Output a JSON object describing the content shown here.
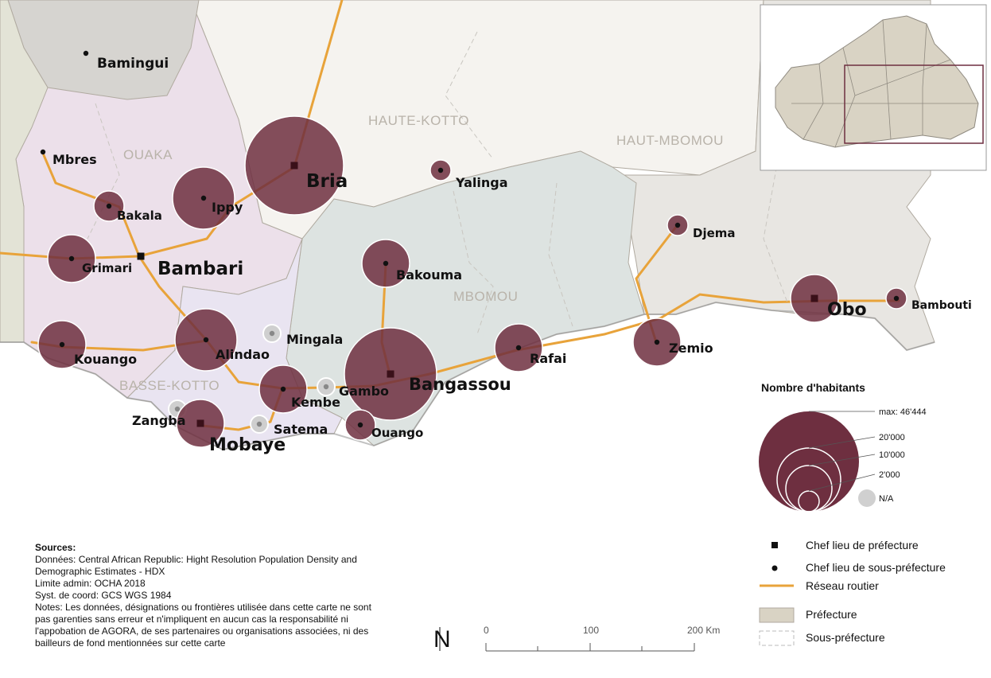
{
  "regions": {
    "ouaka": "OUAKA",
    "haute_kotto": "HAUTE-KOTTO",
    "haut_mbomou": "HAUT-MBOMOU",
    "mbomou": "MBOMOU",
    "basse_kotto": "BASSE-KOTTO"
  },
  "places": [
    {
      "name": "Bamingui",
      "kind": "sub",
      "bubble": null
    },
    {
      "name": "Mbres",
      "kind": "sub",
      "bubble": null
    },
    {
      "name": "Bakala",
      "kind": "sub",
      "bubble": "small"
    },
    {
      "name": "Ippy",
      "kind": "sub",
      "bubble": "large"
    },
    {
      "name": "Bria",
      "kind": "chef",
      "bubble": "xlarge"
    },
    {
      "name": "Yalinga",
      "kind": "sub",
      "bubble": "tiny"
    },
    {
      "name": "Grimari",
      "kind": "sub",
      "bubble": "medium"
    },
    {
      "name": "Bambari",
      "kind": "chef",
      "bubble": null
    },
    {
      "name": "Bakouma",
      "kind": "sub",
      "bubble": "medium"
    },
    {
      "name": "Djema",
      "kind": "sub",
      "bubble": "tiny"
    },
    {
      "name": "Obo",
      "kind": "chef",
      "bubble": "medium"
    },
    {
      "name": "Bambouti",
      "kind": "sub",
      "bubble": "tiny"
    },
    {
      "name": "Kouango",
      "kind": "sub",
      "bubble": "medium"
    },
    {
      "name": "Alindao",
      "kind": "sub",
      "bubble": "large"
    },
    {
      "name": "Mingala",
      "kind": "sub",
      "bubble": "na"
    },
    {
      "name": "Rafai",
      "kind": "sub",
      "bubble": "medium"
    },
    {
      "name": "Zemio",
      "kind": "sub",
      "bubble": "medium"
    },
    {
      "name": "Kembe",
      "kind": "sub",
      "bubble": "medium"
    },
    {
      "name": "Gambo",
      "kind": "sub",
      "bubble": "na"
    },
    {
      "name": "Bangassou",
      "kind": "chef",
      "bubble": "max"
    },
    {
      "name": "Zangba",
      "kind": "sub",
      "bubble": "na"
    },
    {
      "name": "Mobaye",
      "kind": "chef",
      "bubble": "medium"
    },
    {
      "name": "Satema",
      "kind": "sub",
      "bubble": "na"
    },
    {
      "name": "Ouango",
      "kind": "sub",
      "bubble": "small"
    }
  ],
  "legend": {
    "population_title": "Nombre d'habitants",
    "max_label": "max: 46'444",
    "v20000": "20'000",
    "v10000": "10'000",
    "v2000": "2'000",
    "na": "N/A",
    "chef_prefecture": "Chef lieu de préfecture",
    "chef_sous_prefecture": "Chef lieu de sous-préfecture",
    "reseau_routier": "Réseau routier",
    "prefecture": "Préfecture",
    "sous_prefecture": "Sous-préfecture"
  },
  "scale": {
    "s0": "0",
    "s100": "100",
    "s200": "200 Km",
    "north": "N"
  },
  "sources": {
    "title": "Sources:",
    "line1": "Données: Central African Republic: Hight Resolution Population Density and Demographic Estimates - HDX",
    "line2": "Limite admin: OCHA 2018",
    "line3": "Syst. de coord: GCS WGS 1984",
    "line4": "Notes: Les données, désignations ou frontières utilisée dans cette carte ne sont pas garenties sans erreur et n'impliquent en aucun cas la responsabilité ni l'appobation de AGORA, de ses partenaires ou organisations associées, ni des bailleurs de fond mentionnées sur cette carte"
  },
  "colors": {
    "bubble": "#6e2f40",
    "ouaka": "#ece0ea",
    "basse_kotto": "#e9e4f1",
    "mbomou": "#dde3e1",
    "haut_mbomou": "#e8e6e2",
    "haute_kotto": "#f5f3ef",
    "north_gray": "#d6d4d0",
    "west_green": "#e3e3d6",
    "road": "#e8a33a"
  }
}
